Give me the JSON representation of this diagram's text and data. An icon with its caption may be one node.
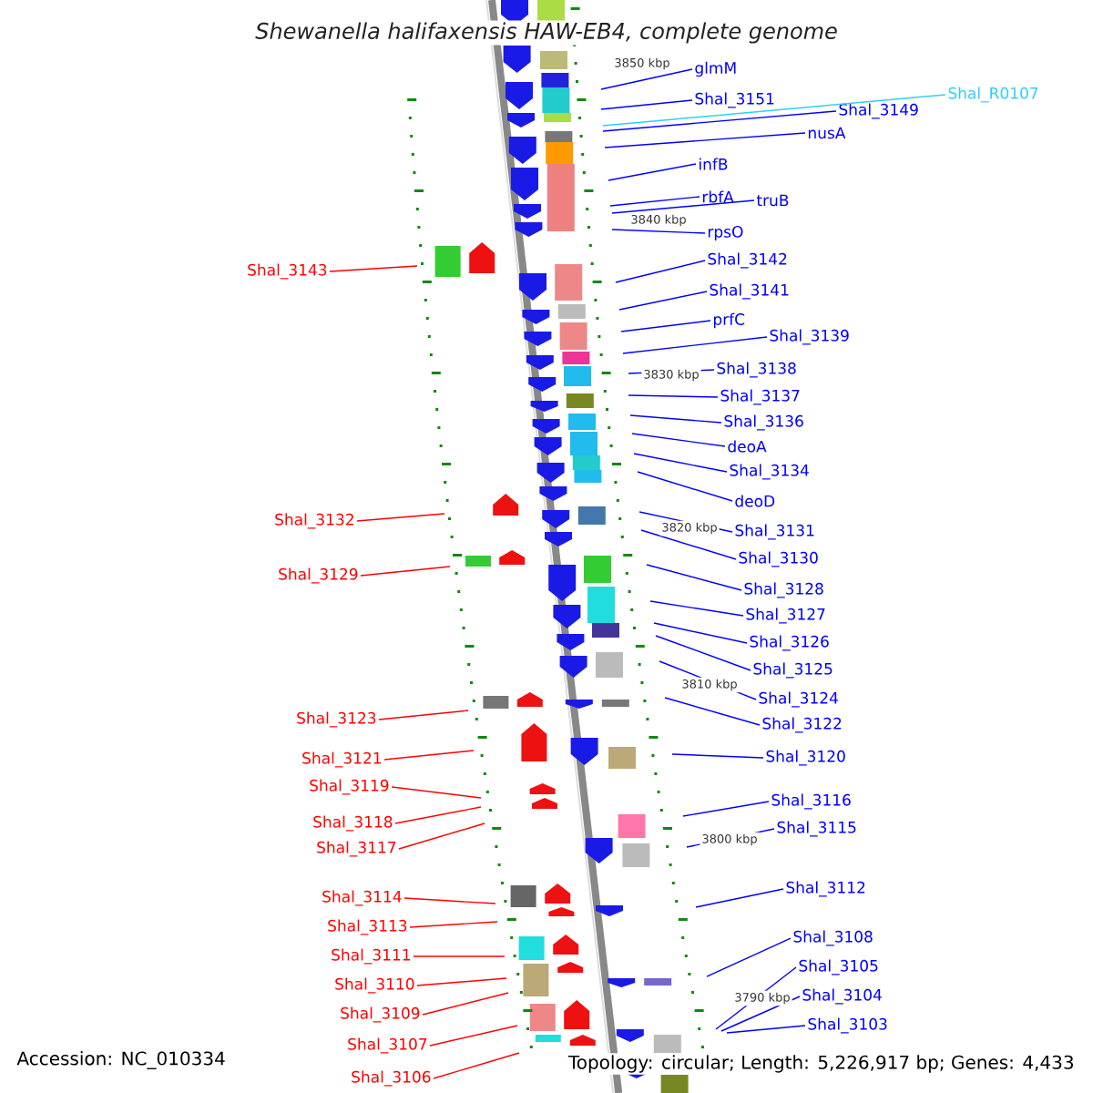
{
  "diagram": {
    "title": "Shewanella halifaxensis HAW-EB4, complete genome",
    "nodes": [
      {
        "text": [
          "glmM"
        ]
      },
      {
        "text": [
          "Shal_3151"
        ]
      },
      {
        "text": [
          "Shal_R0107"
        ]
      },
      {
        "text": [
          "Shal_3149"
        ]
      },
      {
        "text": [
          "nusA"
        ]
      },
      {
        "text": [
          "infB"
        ]
      },
      {
        "text": [
          "rbfA"
        ]
      },
      {
        "text": [
          "truB"
        ]
      },
      {
        "text": [
          "rpsO"
        ]
      },
      {
        "text": [
          "Shal_3142"
        ]
      },
      {
        "text": [
          "Shal_3141"
        ]
      },
      {
        "text": [
          "prfC"
        ]
      },
      {
        "text": [
          "Shal_3139"
        ]
      },
      {
        "text": [
          "Shal_3138"
        ]
      },
      {
        "text": [
          "Shal_3137"
        ]
      },
      {
        "text": [
          "Shal_3136"
        ]
      },
      {
        "text": [
          "deoA"
        ]
      },
      {
        "text": [
          "Shal_3134"
        ]
      },
      {
        "text": [
          "deoD"
        ]
      },
      {
        "text": [
          "Shal_3131"
        ]
      },
      {
        "text": [
          "Shal_3130"
        ]
      },
      {
        "text": [
          "Shal_3128"
        ]
      },
      {
        "text": [
          "Shal_3127"
        ]
      },
      {
        "text": [
          "Shal_3126"
        ]
      },
      {
        "text": [
          "Shal_3125"
        ]
      },
      {
        "text": [
          "Shal_3124"
        ]
      },
      {
        "text": [
          "Shal_3122"
        ]
      },
      {
        "text": [
          "Shal_3120"
        ]
      },
      {
        "text": [
          "Shal_3116"
        ]
      },
      {
        "text": [
          "Shal_3115"
        ]
      },
      {
        "text": [
          "Shal_3112"
        ]
      },
      {
        "text": [
          "Shal_3108"
        ]
      },
      {
        "text": [
          "Shal_3105"
        ]
      },
      {
        "text": [
          "Shal_3104"
        ]
      },
      {
        "text": [
          "Shal_3103"
        ]
      },
      {
        "text": [
          "Shal_3143"
        ]
      },
      {
        "text": [
          "Shal_3132"
        ]
      },
      {
        "text": [
          "Shal_3129"
        ]
      },
      {
        "text": [
          "Shal_3123"
        ]
      },
      {
        "text": [
          "Shal_3121"
        ]
      },
      {
        "text": [
          "Shal_3119"
        ]
      },
      {
        "text": [
          "Shal_3118"
        ]
      },
      {
        "text": [
          "Shal_3117"
        ]
      },
      {
        "text": [
          "Shal_3114"
        ]
      },
      {
        "text": [
          "Shal_3113"
        ]
      },
      {
        "text": [
          "Shal_3111"
        ]
      },
      {
        "text": [
          "Shal_3110"
        ]
      },
      {
        "text": [
          "Shal_3109"
        ]
      },
      {
        "text": [
          "Shal_3107"
        ]
      },
      {
        "text": [
          "Shal_3106"
        ]
      }
    ],
    "edges": [
      {
        "from": 0,
        "to": null,
        "arrow": "none"
      },
      {
        "from": 1,
        "to": null,
        "arrow": "none"
      },
      {
        "from": 2,
        "to": null,
        "arrow": "none",
        "color": "#33ccff"
      },
      {
        "from": 3,
        "to": null,
        "arrow": "none"
      },
      {
        "from": 4,
        "to": null,
        "arrow": "none"
      },
      {
        "from": 5,
        "to": null,
        "arrow": "none"
      },
      {
        "from": 6,
        "to": null,
        "arrow": "none"
      },
      {
        "from": 7,
        "to": null,
        "arrow": "none"
      },
      {
        "from": 8,
        "to": null,
        "arrow": "none"
      },
      {
        "from": 9,
        "to": null,
        "arrow": "none"
      },
      {
        "from": 10,
        "to": null,
        "arrow": "none"
      },
      {
        "from": 11,
        "to": null,
        "arrow": "none"
      },
      {
        "from": 12,
        "to": null,
        "arrow": "none"
      },
      {
        "from": 13,
        "to": null,
        "arrow": "none"
      },
      {
        "from": 14,
        "to": null,
        "arrow": "none"
      },
      {
        "from": 15,
        "to": null,
        "arrow": "none"
      },
      {
        "from": 16,
        "to": null,
        "arrow": "none"
      },
      {
        "from": 17,
        "to": null,
        "arrow": "none"
      },
      {
        "from": 18,
        "to": null,
        "arrow": "none"
      },
      {
        "from": 19,
        "to": null,
        "arrow": "none"
      },
      {
        "from": 20,
        "to": null,
        "arrow": "none"
      },
      {
        "from": 21,
        "to": null,
        "arrow": "none"
      },
      {
        "from": 22,
        "to": null,
        "arrow": "none"
      },
      {
        "from": 23,
        "to": null,
        "arrow": "none"
      },
      {
        "from": 24,
        "to": null,
        "arrow": "none"
      },
      {
        "from": 25,
        "to": null,
        "arrow": "none"
      },
      {
        "from": 26,
        "to": null,
        "arrow": "none"
      },
      {
        "from": 27,
        "to": null,
        "arrow": "none"
      },
      {
        "from": 28,
        "to": null,
        "arrow": "none"
      },
      {
        "from": 29,
        "to": null,
        "arrow": "none"
      },
      {
        "from": 30,
        "to": null,
        "arrow": "none"
      },
      {
        "from": 31,
        "to": null,
        "arrow": "none"
      },
      {
        "from": 32,
        "to": null,
        "arrow": "none"
      },
      {
        "from": 33,
        "to": null,
        "arrow": "none"
      },
      {
        "from": 34,
        "to": null,
        "arrow": "none"
      },
      {
        "from": 35,
        "to": null,
        "arrow": "none",
        "color": "#ff0000"
      },
      {
        "from": 36,
        "to": null,
        "arrow": "none",
        "color": "#ff0000"
      },
      {
        "from": 37,
        "to": null,
        "arrow": "none",
        "color": "#ff0000"
      },
      {
        "from": 38,
        "to": null,
        "arrow": "none",
        "color": "#ff0000"
      },
      {
        "from": 39,
        "to": null,
        "arrow": "none",
        "color": "#ff0000"
      },
      {
        "from": 40,
        "to": null,
        "arrow": "none",
        "color": "#ff0000"
      },
      {
        "from": 41,
        "to": null,
        "arrow": "none",
        "color": "#ff0000"
      },
      {
        "from": 42,
        "to": null,
        "arrow": "none",
        "color": "#ff0000"
      },
      {
        "from": 43,
        "to": null,
        "arrow": "none",
        "color": "#ff0000"
      },
      {
        "from": 44,
        "to": null,
        "arrow": "none",
        "color": "#ff0000"
      },
      {
        "from": 45,
        "to": null,
        "arrow": "none",
        "color": "#ff0000"
      },
      {
        "from": 46,
        "to": null,
        "arrow": "none",
        "color": "#ff0000"
      },
      {
        "from": 47,
        "to": null,
        "arrow": "none",
        "color": "#ff0000"
      },
      {
        "from": 48,
        "to": null,
        "arrow": "none",
        "color": "#ff0000"
      },
      {
        "from": 49,
        "to": null,
        "arrow": "none",
        "color": "#ff0000"
      }
    ],
    "labels": [
      "3850 kbp",
      "3840 kbp",
      "3830 kbp",
      "3820 kbp",
      "3810 kbp",
      "3800 kbp",
      "3790 kbp",
      "Accession: NC_010334",
      "Topology: circular; Length: 5,226,917 bp; Genes: 4,433"
    ]
  }
}
